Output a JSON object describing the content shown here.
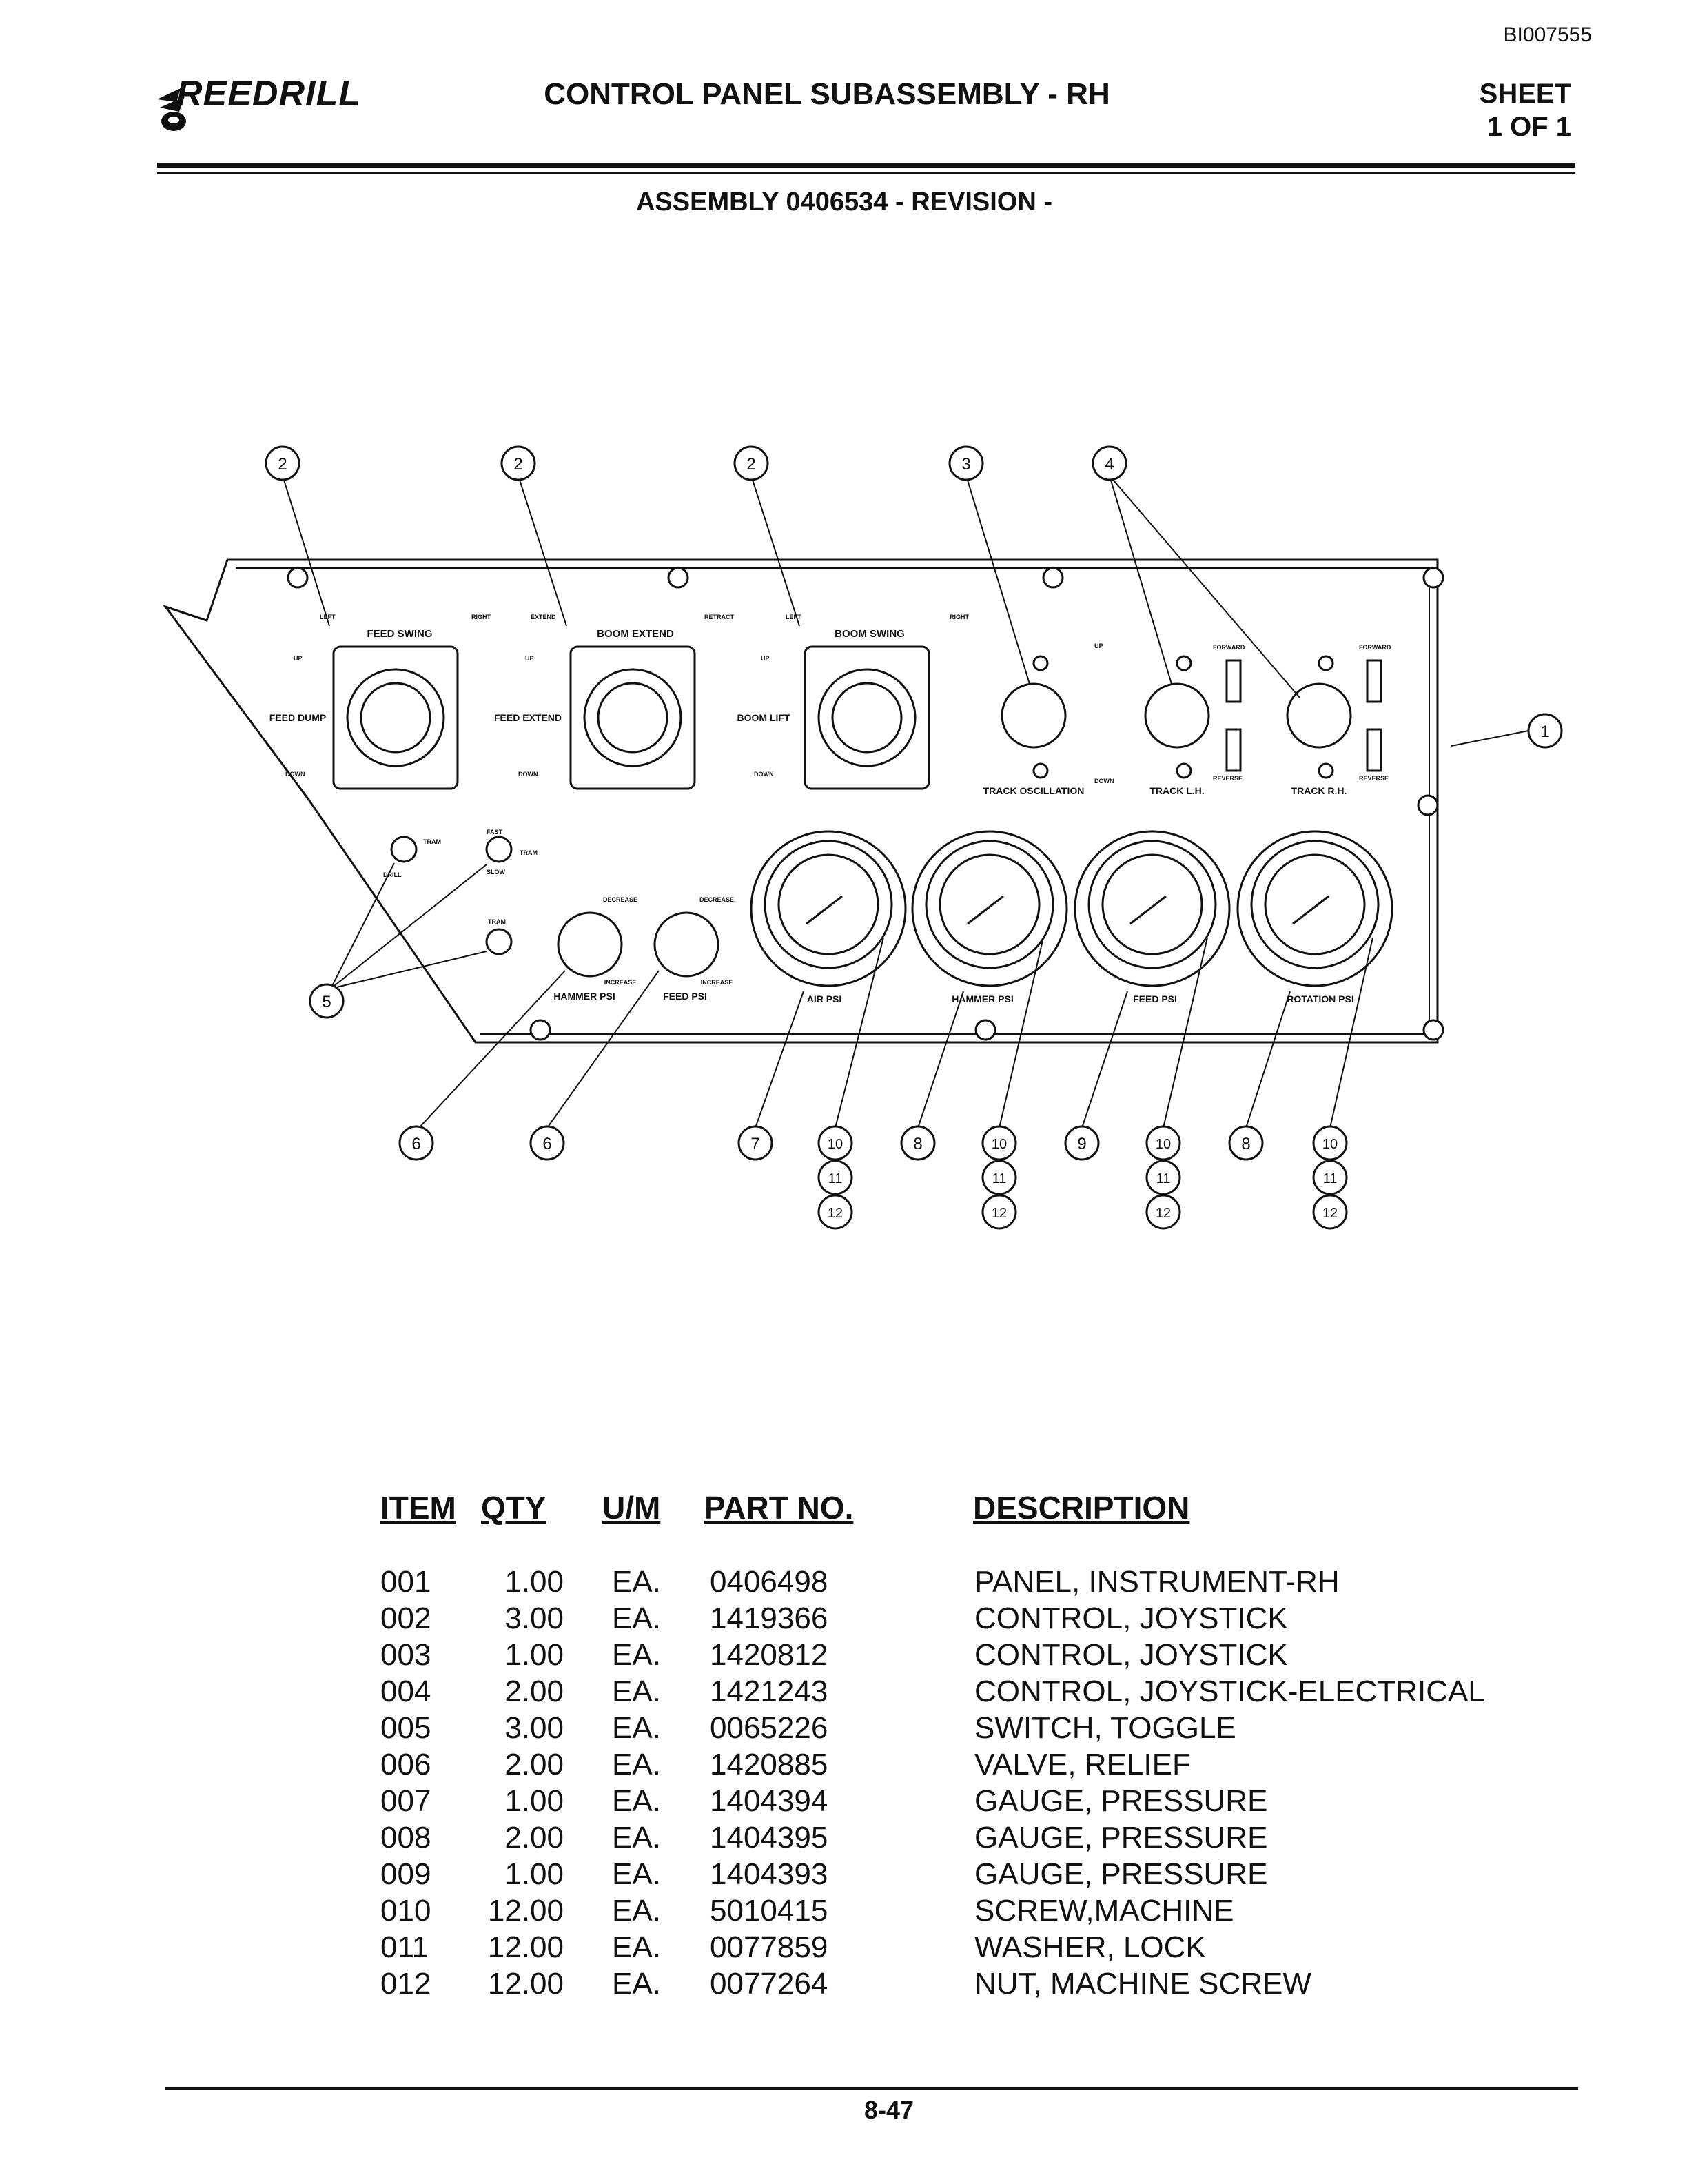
{
  "header": {
    "doc_id": "BI007555",
    "brand": "REEDRILL",
    "title": "CONTROL PANEL SUBASSEMBLY - RH",
    "sheet_label": "SHEET",
    "sheet_number": "1 OF 1",
    "assembly": "ASSEMBLY 0406534 - REVISION -"
  },
  "panel": {
    "joysticks": [
      {
        "name": "FEED SWING",
        "left": "LEFT",
        "right": "RIGHT",
        "side": "FEED DUMP",
        "up": "UP",
        "down": "DOWN"
      },
      {
        "name": "BOOM EXTEND",
        "left": "EXTEND",
        "right": "RETRACT",
        "side": "FEED EXTEND",
        "up": "UP",
        "down": "DOWN"
      },
      {
        "name": "BOOM SWING",
        "left": "LEFT",
        "right": "RIGHT",
        "side": "BOOM LIFT",
        "up": "UP",
        "down": "DOWN"
      }
    ],
    "track_labels": [
      "TRACK OSCILLATION",
      "TRACK L.H.",
      "TRACK R.H."
    ],
    "track_words": {
      "up": "UP",
      "down": "DOWN",
      "forward": "FORWARD",
      "reverse": "REVERSE"
    },
    "toggle_labels": [
      "TRAM",
      "DRILL",
      "FAST",
      "SLOW",
      "TRAM",
      "TRAM"
    ],
    "relief_labels": [
      "HAMMER PSI",
      "FEED PSI"
    ],
    "relief_words": {
      "decrease": "DECREASE",
      "increase": "INCREASE"
    },
    "gauge_labels": [
      "AIR PSI",
      "HAMMER PSI",
      "FEED PSI",
      "ROTATION PSI"
    ]
  },
  "callouts": {
    "top": [
      "2",
      "2",
      "2",
      "3",
      "4"
    ],
    "right": "1",
    "left": "5",
    "bottom": [
      "6",
      "6",
      "7",
      "8",
      "9",
      "8"
    ],
    "stack": [
      "10",
      "11",
      "12"
    ]
  },
  "table": {
    "headers": {
      "item": "ITEM",
      "qty": "QTY",
      "um": "U/M",
      "part": "PART NO.",
      "desc": "DESCRIPTION"
    },
    "rows": [
      {
        "item": "001",
        "qty": "1.00",
        "um": "EA.",
        "part": "0406498",
        "desc": "PANEL, INSTRUMENT-RH"
      },
      {
        "item": "002",
        "qty": "3.00",
        "um": "EA.",
        "part": "1419366",
        "desc": "CONTROL, JOYSTICK"
      },
      {
        "item": "003",
        "qty": "1.00",
        "um": "EA.",
        "part": "1420812",
        "desc": "CONTROL, JOYSTICK"
      },
      {
        "item": "004",
        "qty": "2.00",
        "um": "EA.",
        "part": "1421243",
        "desc": "CONTROL, JOYSTICK-ELECTRICAL"
      },
      {
        "item": "005",
        "qty": "3.00",
        "um": "EA.",
        "part": "0065226",
        "desc": "SWITCH, TOGGLE"
      },
      {
        "item": "006",
        "qty": "2.00",
        "um": "EA.",
        "part": "1420885",
        "desc": "VALVE, RELIEF"
      },
      {
        "item": "007",
        "qty": "1.00",
        "um": "EA.",
        "part": "1404394",
        "desc": "GAUGE, PRESSURE"
      },
      {
        "item": "008",
        "qty": "2.00",
        "um": "EA.",
        "part": "1404395",
        "desc": "GAUGE, PRESSURE"
      },
      {
        "item": "009",
        "qty": "1.00",
        "um": "EA.",
        "part": "1404393",
        "desc": "GAUGE, PRESSURE"
      },
      {
        "item": "010",
        "qty": "12.00",
        "um": "EA.",
        "part": "5010415",
        "desc": "SCREW,MACHINE"
      },
      {
        "item": "011",
        "qty": "12.00",
        "um": "EA.",
        "part": "0077859",
        "desc": "WASHER, LOCK"
      },
      {
        "item": "012",
        "qty": "12.00",
        "um": "EA.",
        "part": "0077264",
        "desc": "NUT, MACHINE SCREW"
      }
    ]
  },
  "footer": {
    "page": "8-47"
  }
}
